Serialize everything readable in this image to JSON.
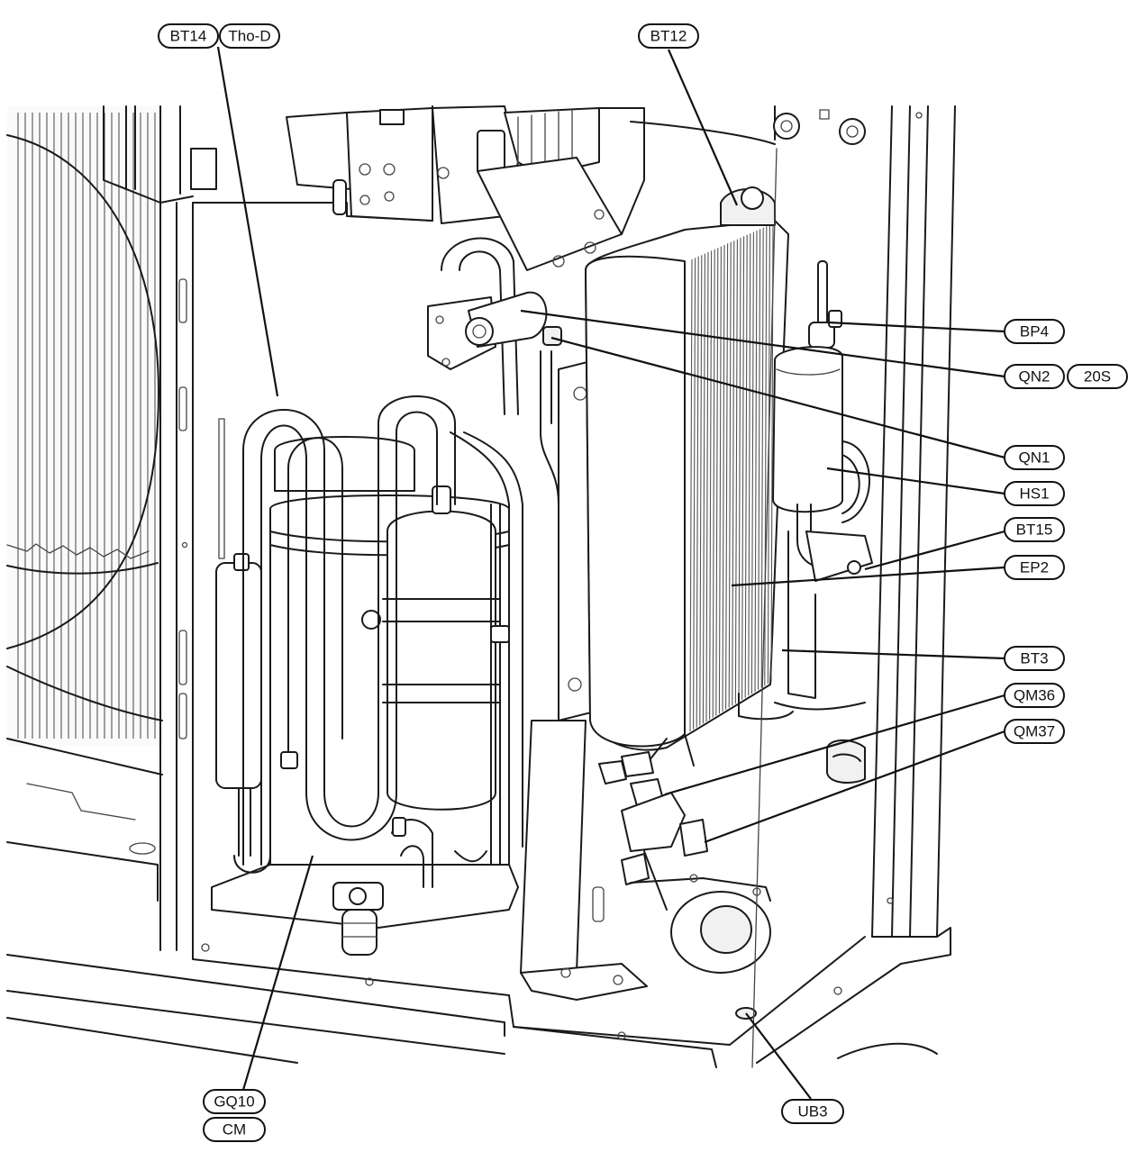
{
  "callouts": [
    {
      "id": "bt14",
      "text": "BT14"
    },
    {
      "id": "tho-d",
      "text": "Tho-D"
    },
    {
      "id": "bt12",
      "text": "BT12"
    },
    {
      "id": "bp4",
      "text": "BP4"
    },
    {
      "id": "qn2",
      "text": "QN2"
    },
    {
      "id": "20s",
      "text": "20S"
    },
    {
      "id": "qn1",
      "text": "QN1"
    },
    {
      "id": "hs1",
      "text": "HS1"
    },
    {
      "id": "bt15",
      "text": "BT15"
    },
    {
      "id": "ep2",
      "text": "EP2"
    },
    {
      "id": "bt3",
      "text": "BT3"
    },
    {
      "id": "qm36",
      "text": "QM36"
    },
    {
      "id": "qm37",
      "text": "QM37"
    },
    {
      "id": "gq10",
      "text": "GQ10"
    },
    {
      "id": "cm",
      "text": "CM"
    },
    {
      "id": "ub3",
      "text": "UB3"
    }
  ]
}
